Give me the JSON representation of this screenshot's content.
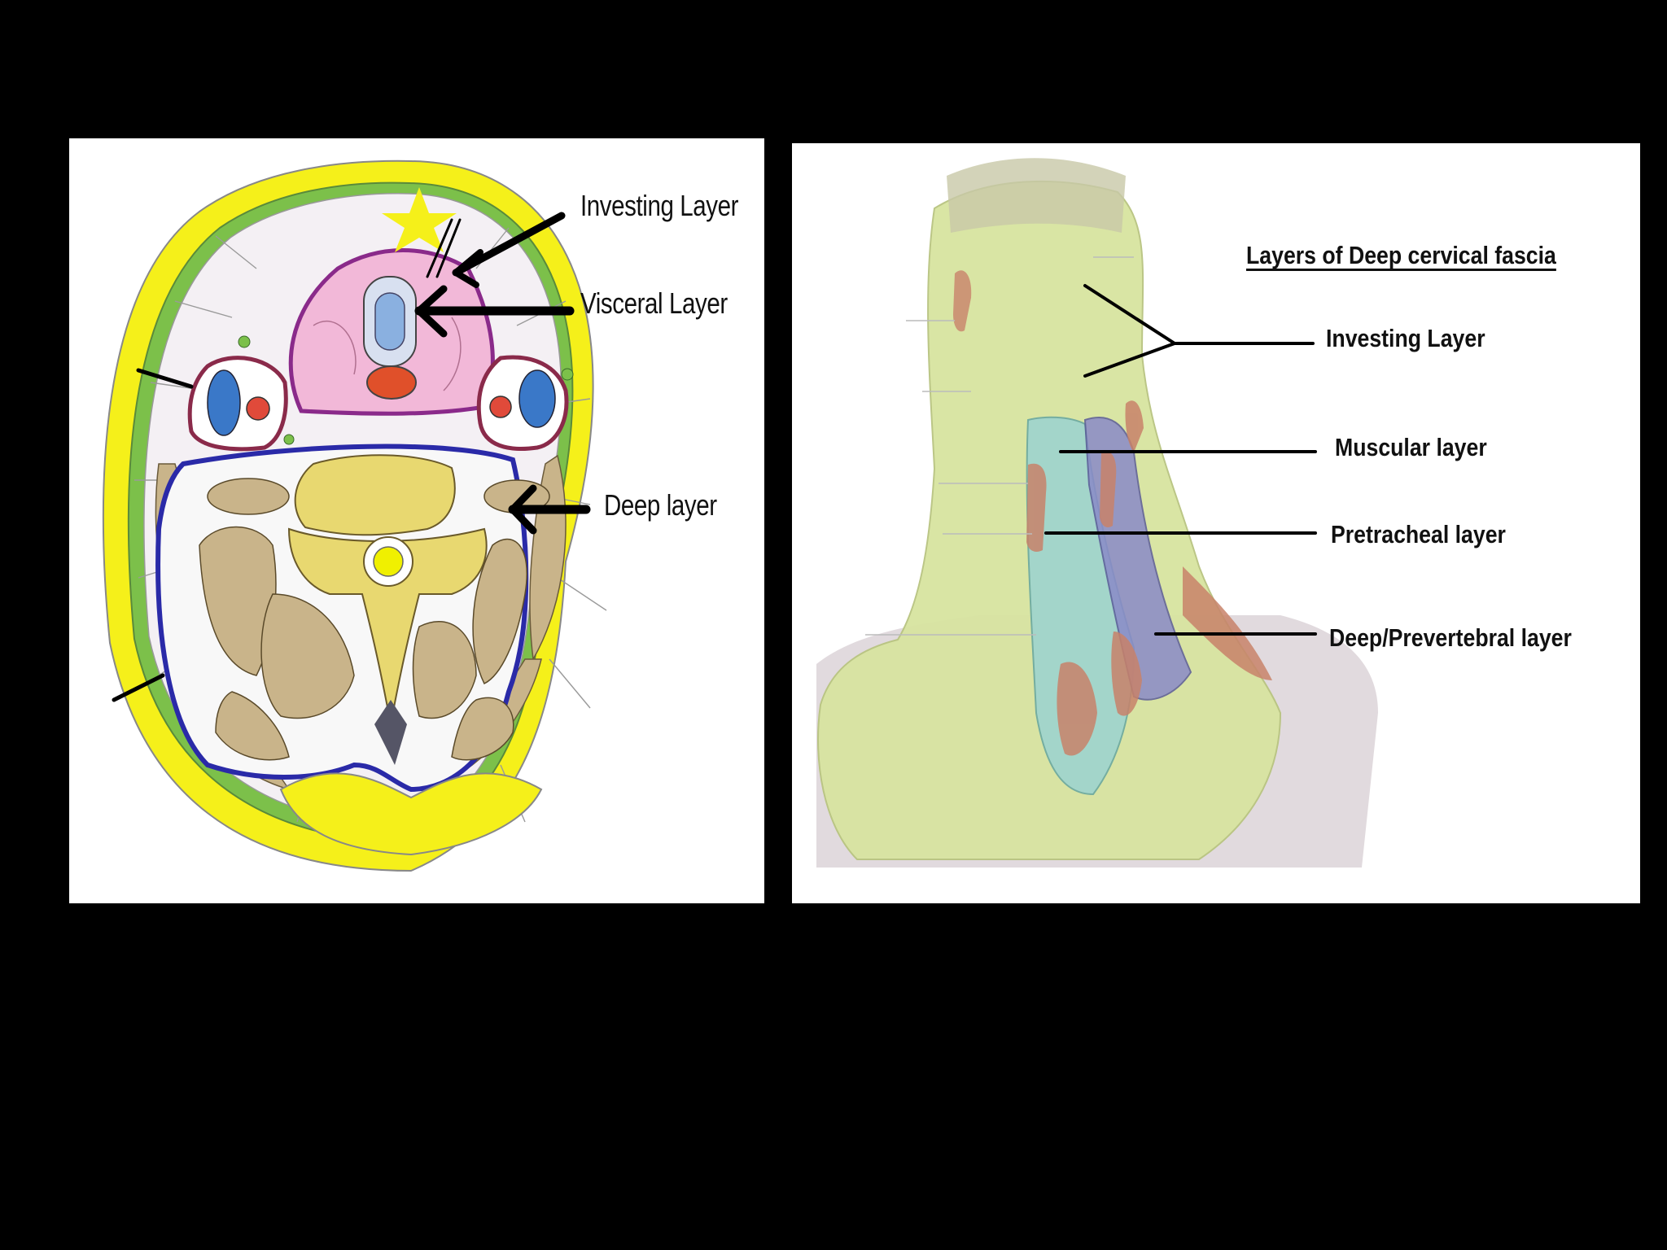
{
  "left_figure": {
    "labels": {
      "investing": "Investing Layer",
      "visceral": "Visceral Layer",
      "deep": "Deep layer"
    },
    "colors": {
      "investing_layer": "#f5f01a",
      "visceral_layer": "#8a2a8a",
      "deep_layer": "#2a2aa8",
      "muscle": "#c9b48a",
      "vertebra": "#e8d870",
      "thyroid": "#f2b8d8",
      "carotid": "#e04a3a",
      "jugular": "#3a78c8"
    }
  },
  "right_figure": {
    "title": "Layers of Deep cervical fascia",
    "labels": {
      "investing": "Investing Layer",
      "muscular": "Muscular layer",
      "pretracheal": "Pretracheal layer",
      "prevertebral": "Deep/Prevertebral layer"
    },
    "colors": {
      "fascia": "#d8e4a0",
      "pretracheal": "#9ed4cf",
      "prevertebral": "#8a8ac8",
      "muscle": "#c8826a"
    }
  }
}
